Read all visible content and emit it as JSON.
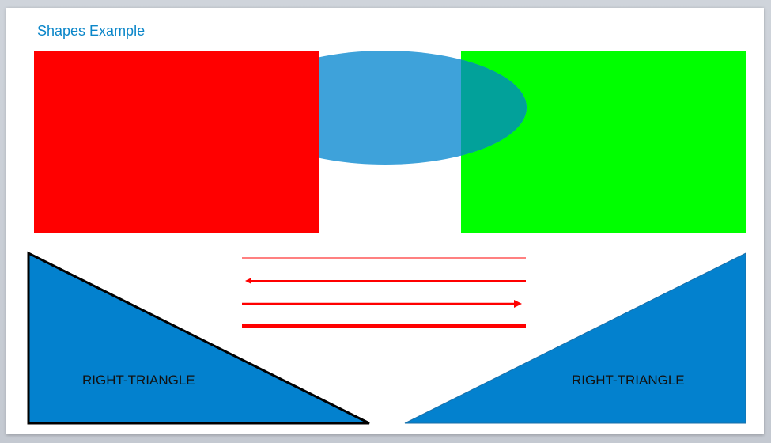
{
  "slide": {
    "title": "Shapes Example"
  },
  "shapes": {
    "rectangle_left_color": "#ff0000",
    "rectangle_right_color": "#00ff00",
    "ellipse_color": "#3ea2da",
    "ellipse_overlap_color": "#02a19a",
    "triangle_fill_color": "#0381ce",
    "triangle_left_outline_color": "#000000",
    "line_color": "#ff0000"
  },
  "triangles": {
    "left_label": "RIGHT-TRIANGLE",
    "right_label": "RIGHT-TRIANGLE"
  }
}
